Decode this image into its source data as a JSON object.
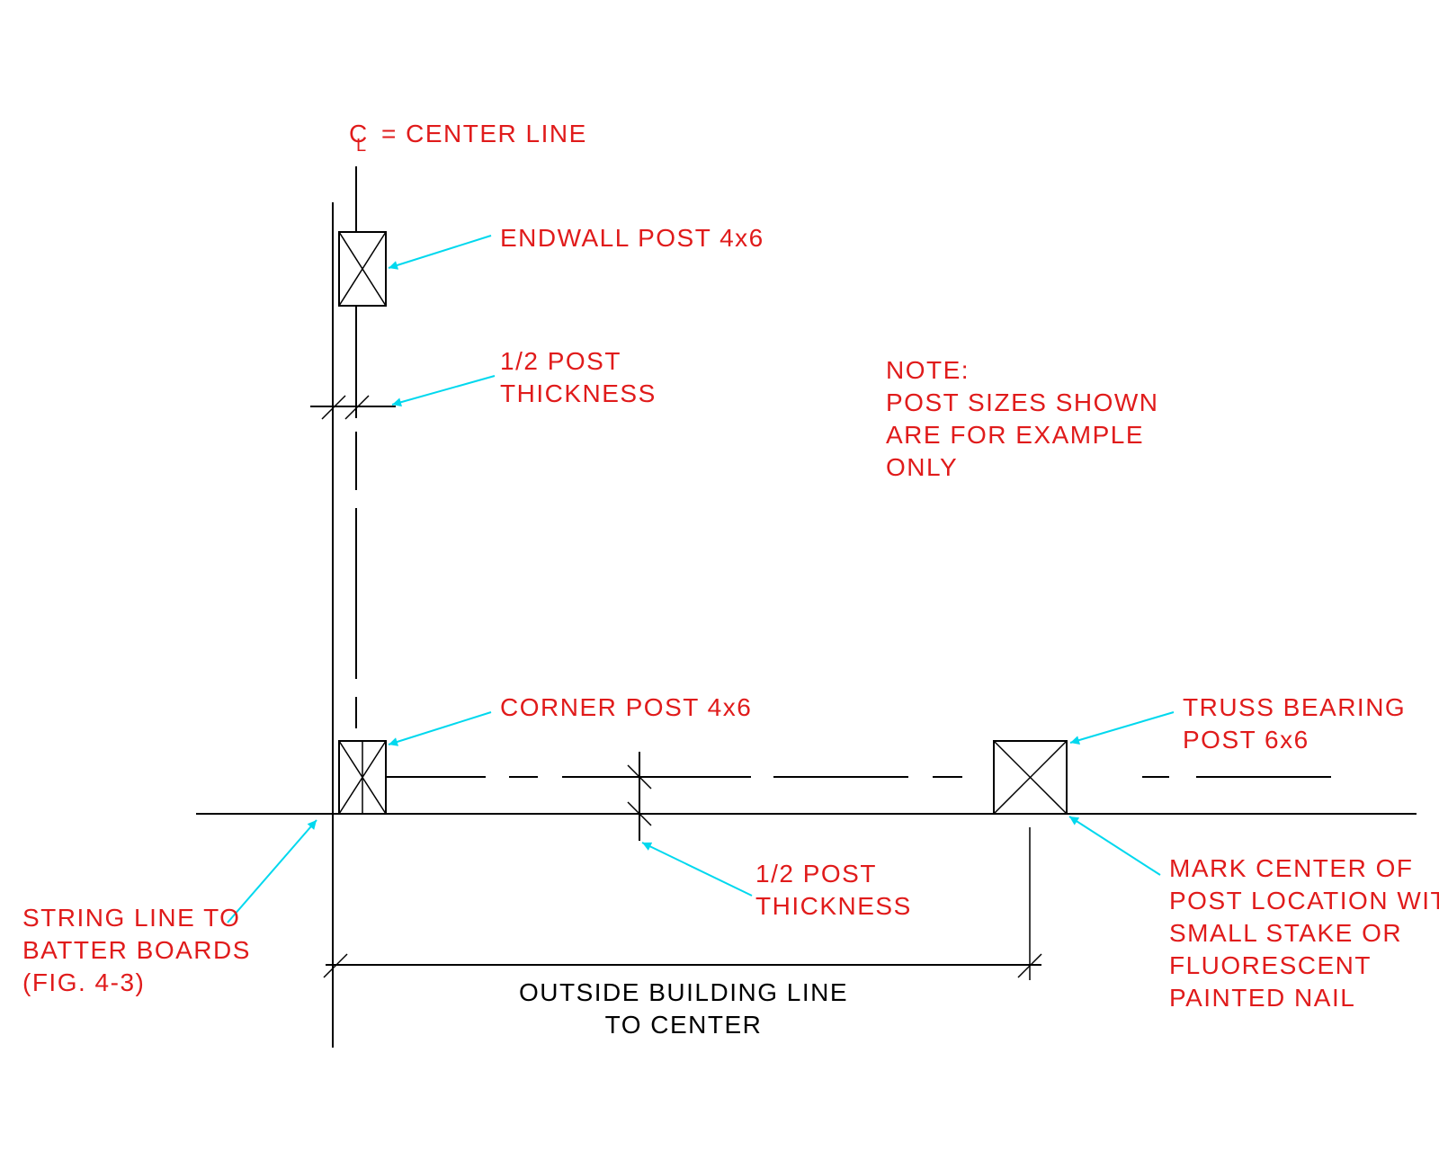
{
  "legend": {
    "symbol": "C",
    "symbol_sub": "L",
    "text": "= CENTER LINE"
  },
  "labels": {
    "endwall_post": "ENDWALL POST 4x6",
    "half_post_top": [
      "1/2 POST",
      "THICKNESS"
    ],
    "note": [
      "NOTE:",
      "POST SIZES SHOWN",
      "ARE FOR EXAMPLE",
      "ONLY"
    ],
    "corner_post": "CORNER POST 4x6",
    "truss_bearing": [
      "TRUSS BEARING",
      "POST 6x6"
    ],
    "string_line": [
      "STRING LINE TO",
      "BATTER BOARDS",
      "(FIG. 4-3)"
    ],
    "half_post_bottom": [
      "1/2 POST",
      "THICKNESS"
    ],
    "mark_center": [
      "MARK CENTER OF",
      "POST LOCATION WITH",
      "SMALL STAKE OR",
      "FLUORESCENT",
      "PAINTED NAIL"
    ],
    "dimension": [
      "OUTSIDE BUILDING LINE",
      "TO CENTER"
    ]
  },
  "colors": {
    "text": "#e01b1b",
    "leader": "#00d8ee",
    "linework": "#000000"
  }
}
